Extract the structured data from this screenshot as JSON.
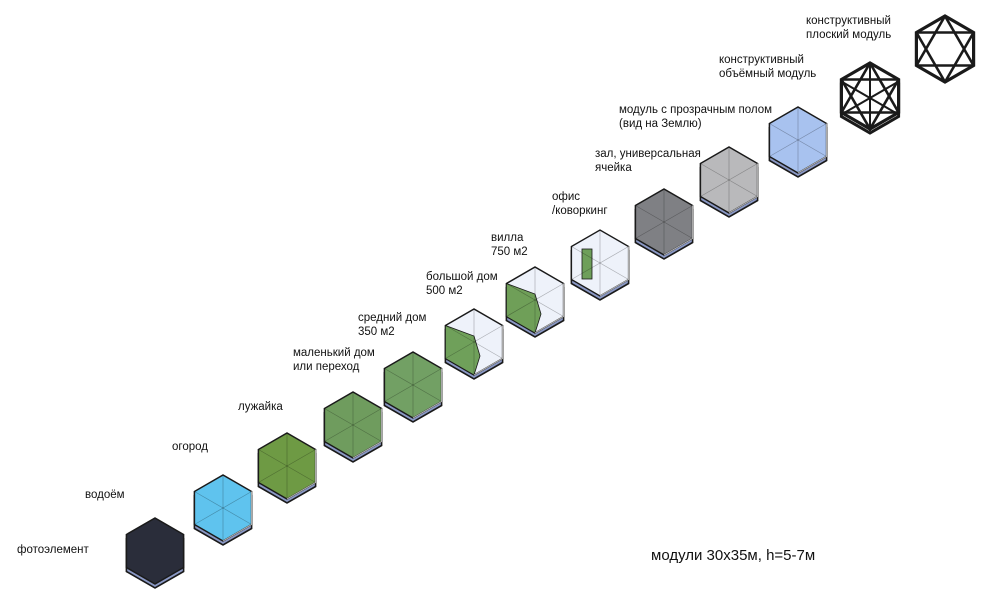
{
  "modules": [
    {
      "id": "photo",
      "lines": [
        "фотоэлемент"
      ],
      "fill": "#2a2d3a"
    },
    {
      "id": "pond",
      "lines": [
        "водоём"
      ],
      "fill": "#5fc3ee"
    },
    {
      "id": "garden",
      "lines": [
        "огород"
      ],
      "fill": "#6e9a44"
    },
    {
      "id": "lawn",
      "lines": [
        "лужайка"
      ],
      "fill": "#6f9c5e"
    },
    {
      "id": "small",
      "lines": [
        "маленький дом",
        "или переход"
      ],
      "fill": "#72a064"
    },
    {
      "id": "medium",
      "lines": [
        "средний дом",
        "350 м2"
      ],
      "fill": "#6fa05a"
    },
    {
      "id": "large",
      "lines": [
        "большой дом",
        "500 м2"
      ],
      "fill": "#6f9f58"
    },
    {
      "id": "villa",
      "lines": [
        "вилла",
        "750 м2"
      ],
      "fill": "#f4f6fa"
    },
    {
      "id": "office",
      "lines": [
        "офис",
        "/коворкинг"
      ],
      "fill": "#7f8084"
    },
    {
      "id": "hall",
      "lines": [
        "зал, универсальная",
        "ячейка"
      ],
      "fill": "#b9b9bb"
    },
    {
      "id": "floor",
      "lines": [
        "модуль с прозрачным полом",
        "(вид на Землю)"
      ],
      "fill": "#a8c2ef"
    },
    {
      "id": "vol",
      "lines": [
        "конструктивный",
        "объёмный модуль"
      ],
      "fill": "none"
    },
    {
      "id": "flat",
      "lines": [
        "конструктивный",
        "плоский модуль"
      ],
      "fill": "none"
    }
  ],
  "footnote": "модули 30х35м, h=5-7м",
  "colors": {
    "edge": "#1a1a1a",
    "glass": "#eef2fa",
    "base": "#8a98c4"
  }
}
